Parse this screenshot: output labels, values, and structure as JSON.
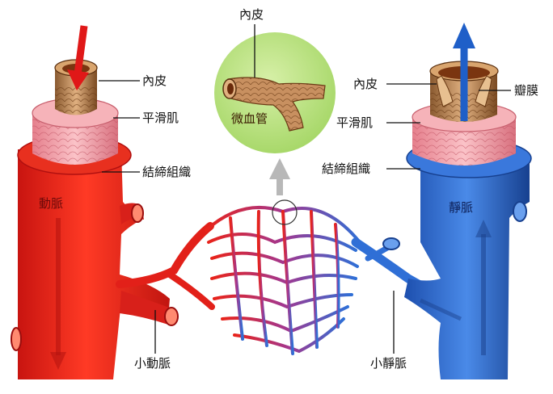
{
  "diagram": {
    "labels": {
      "artery_intima": "內皮",
      "artery_smooth_muscle": "平滑肌",
      "artery_connective": "結締組織",
      "artery": "動脈",
      "arteriole": "小動脈",
      "capillary_intima": "內皮",
      "capillary": "微血管",
      "vein_intima": "內皮",
      "valve": "瓣膜",
      "vein_smooth_muscle": "平滑肌",
      "vein_connective": "結締組織",
      "vein": "靜脈",
      "venule": "小靜脈"
    },
    "colors": {
      "artery": "#e8231a",
      "artery_dark": "#b01010",
      "vein": "#2f6fd6",
      "vein_dark": "#17408f",
      "capillary_mix": "#9a3c8c",
      "smooth_muscle": "#f2a0a8",
      "intima": "#c08a55",
      "bubble": "#b9e07f",
      "arrow_red": "#e01818",
      "arrow_blue": "#1f5fc8"
    }
  }
}
